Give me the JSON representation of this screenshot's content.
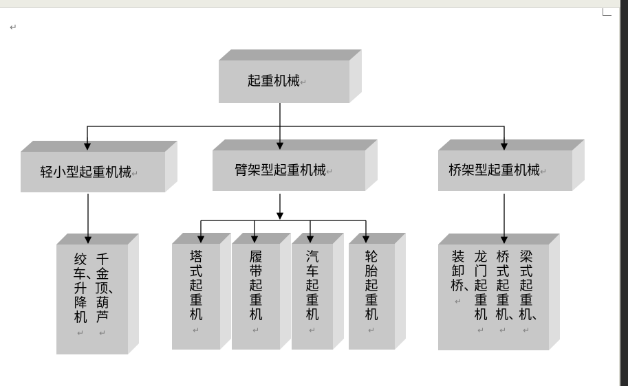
{
  "root": {
    "label": "起重机械"
  },
  "categories": [
    {
      "label": "轻小型起重机械"
    },
    {
      "label": "臂架型起重机械"
    },
    {
      "label": "桥架型起重机械"
    }
  ],
  "leaves": {
    "light": {
      "columns": [
        "千金顶、葫芦",
        "绞车、升降机"
      ]
    },
    "tower": {
      "columns": [
        "塔式起重机"
      ]
    },
    "crawler": {
      "columns": [
        "履带起重机"
      ]
    },
    "truck": {
      "columns": [
        "汽车起重机"
      ]
    },
    "tire": {
      "columns": [
        "轮胎起重机"
      ]
    },
    "bridge": {
      "columns": [
        "梁式起重机、",
        "桥式起重机、",
        "龙门起重机",
        "装卸桥、"
      ]
    }
  },
  "marks": {
    "paragraph": "↵",
    "cell_end": "↵",
    "cell_mark": "↵"
  },
  "colors": {
    "box_front": "#c8c8c8",
    "box_top": "#a9a9a9",
    "box_side": "#dedede",
    "line": "#000000"
  }
}
